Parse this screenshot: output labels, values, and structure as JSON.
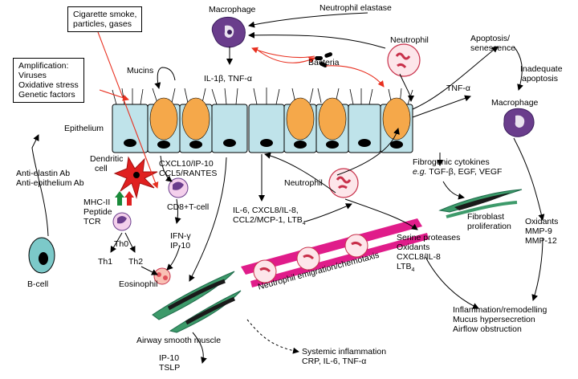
{
  "boxes": {
    "cigarette": {
      "line1": "Cigarette smoke,",
      "line2": "particles, gases"
    },
    "amplification": {
      "line1": "Amplification:",
      "line2": "Viruses",
      "line3": "Oxidative stress",
      "line4": "Genetic factors"
    }
  },
  "labels": {
    "macrophage_top": "Macrophage",
    "neutrophil_elastase": "Neutrophil elastase",
    "neutrophil_top": "Neutrophil",
    "bacteria": "Bacteria",
    "il1_tnf": "IL-1β, TNF-α",
    "mucins": "Mucins",
    "epithelium": "Epithelium",
    "apoptosis1": "Apoptosis/",
    "apoptosis2": "senescence",
    "inadequate1": "Inadequate",
    "inadequate2": "apoptosis",
    "tnf_right": "TNF-α",
    "macrophage_right": "Macrophage",
    "dendritic1": "Dendritic",
    "dendritic2": "cell",
    "cxcl10": "CXCL10/IP-10",
    "ccl5": "CCL5/RANTES",
    "cd8": "CD8+T-cell",
    "antielastin": "Anti-elastin Ab",
    "antiepithelium": "Anti-epithelium Ab",
    "mhc": "MHC-II",
    "peptide": "Peptide",
    "tcr": "TCR",
    "th0": "Th0",
    "th1": "Th1",
    "th2": "Th2",
    "ifn": "IFN-γ",
    "ip10": "IP-10",
    "bcell": "B-cell",
    "eosinophil": "Eosinophil",
    "neutrophil_mid": "Neutrophil",
    "il6_1": "IL-6, CXCL8/IL-8,",
    "il6_2": "CCL2/MCP-1, LTB",
    "il6_sub": "4",
    "fibrogenic1": "Fibrogenic cytokines",
    "fibrogenic2_it": "e.g.",
    "fibrogenic2": " TGF-β, EGF, VEGF",
    "fibroblast1": "Fibroblast",
    "fibroblast2": "proliferation",
    "serine1": "Serine proteases",
    "serine2": "Oxidants",
    "serine3": "CXCL8/IL-8",
    "serine4": "LTB",
    "serine4_sub": "4",
    "oxidants1": "Oxidants",
    "oxidants2": "MMP-9",
    "oxidants3": "MMP-12",
    "emigration": "Neutrophil emigration/chemotaxis",
    "inflammation1": "Inflammation/remodelling",
    "inflammation2": "Mucus hypersecretion",
    "inflammation3": "Airflow obstruction",
    "airway": "Airway smooth muscle",
    "systemic1": "Systemic inflammation",
    "systemic2": "CRP, IL-6, TNF-α",
    "ip10_b": "IP-10",
    "tslp": "TSLP"
  },
  "colors": {
    "epithelium_fill": "#bfe3ea",
    "goblet": "#f5a84a",
    "nucleus": "#000000",
    "macrophage": "#6a3d8c",
    "neutrophil_fill": "#fde6ea",
    "neutrophil_edge": "#c8304a",
    "vessel": "#e01c8a",
    "smooth_muscle": "#3d9a6a",
    "dendritic": "#e02020",
    "bcell": "#7cc9c9",
    "eosinophil": "#f08a7a",
    "red_arrow": "#e83020"
  }
}
